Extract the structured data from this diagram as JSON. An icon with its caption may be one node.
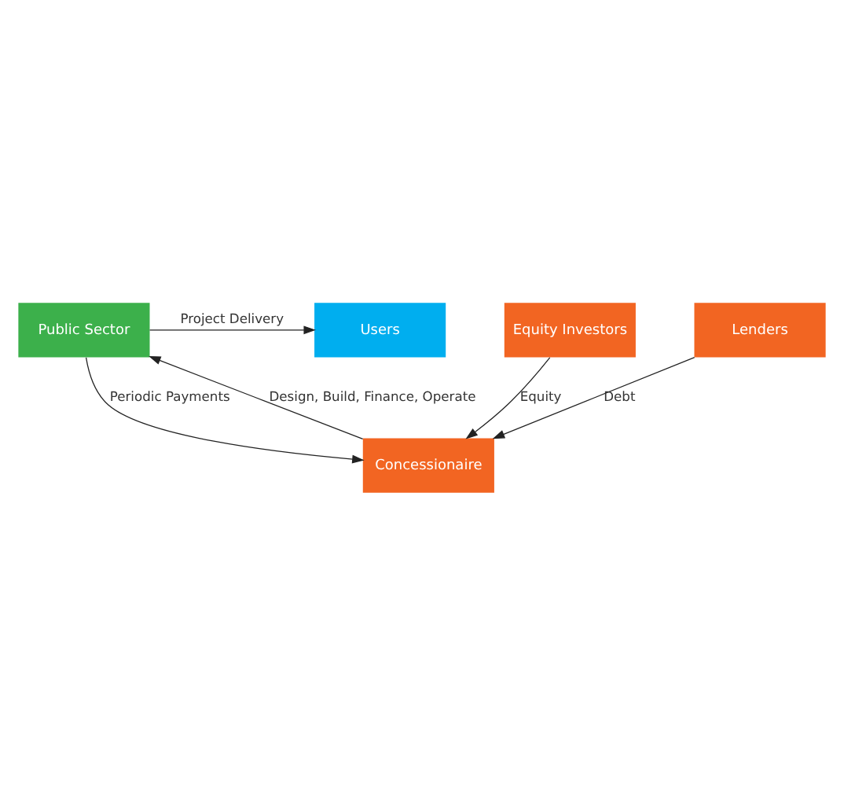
{
  "diagram": {
    "nodes": [
      {
        "text": [
          "Public Sector"
        ]
      },
      {
        "text": [
          "Users"
        ]
      },
      {
        "text": [
          "Concessionaire"
        ]
      },
      {
        "text": [
          "Equity Investors"
        ]
      },
      {
        "text": [
          "Lenders"
        ]
      }
    ],
    "edges": [
      {
        "from": 0,
        "to": 1,
        "arrow": "to",
        "label": "Project Delivery"
      },
      {
        "from": 2,
        "to": 0,
        "arrow": "to",
        "label": "Design, Build, Finance, Operate"
      },
      {
        "from": 0,
        "to": 2,
        "arrow": "to",
        "label": "Periodic Payments"
      },
      {
        "from": 3,
        "to": 2,
        "arrow": "to",
        "label": "Equity"
      },
      {
        "from": 4,
        "to": 2,
        "arrow": "to",
        "label": "Debt"
      }
    ]
  }
}
